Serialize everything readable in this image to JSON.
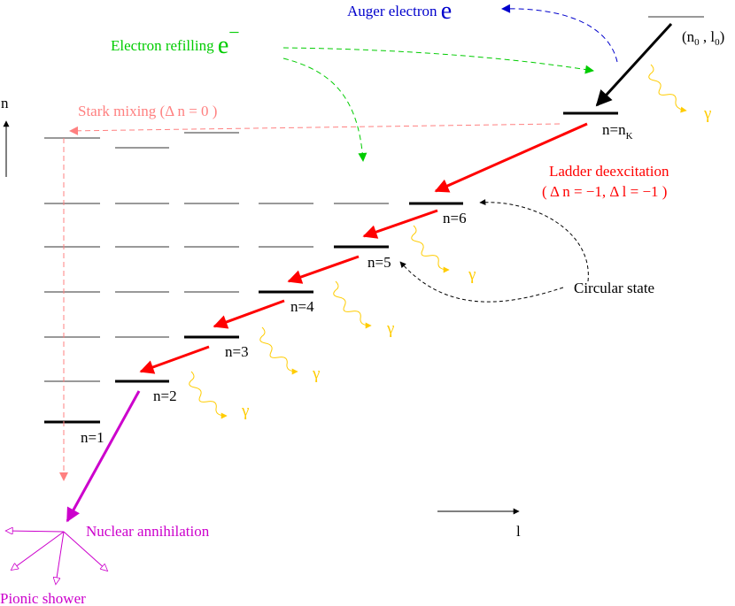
{
  "labels": {
    "auger": "Auger electron",
    "electron_refilling": "Electron refilling",
    "electron_symbol": "e",
    "electron_sup": "−",
    "initial_state": "(n",
    "initial_state_sub0": "0",
    "initial_state_comma": " , l",
    "initial_state_sub1": "0",
    "initial_state_close": ")",
    "stark": "Stark mixing (Δ n = 0 )",
    "n_axis": "n",
    "l_axis": "l",
    "nk_prefix": "n=n",
    "nk_sub": "K",
    "ladder_line1": "Ladder deexcitation",
    "ladder_line2": "( Δ n = −1,  Δ l = −1 )",
    "circular_state": "Circular state",
    "nuclear_annihilation": "Nuclear annihilation",
    "pionic_shower": "Pionic shower",
    "gamma": "γ"
  },
  "levels": [
    {
      "label": "n=1"
    },
    {
      "label": "n=2"
    },
    {
      "label": "n=3"
    },
    {
      "label": "n=4"
    },
    {
      "label": "n=5"
    },
    {
      "label": "n=6"
    }
  ],
  "colors": {
    "auger": "#0000cc",
    "refill": "#00cc00",
    "stark": "#ff8080",
    "ladder": "#ff0000",
    "gamma": "#ffcc00",
    "annihilation": "#cc00cc",
    "black": "#000000"
  }
}
